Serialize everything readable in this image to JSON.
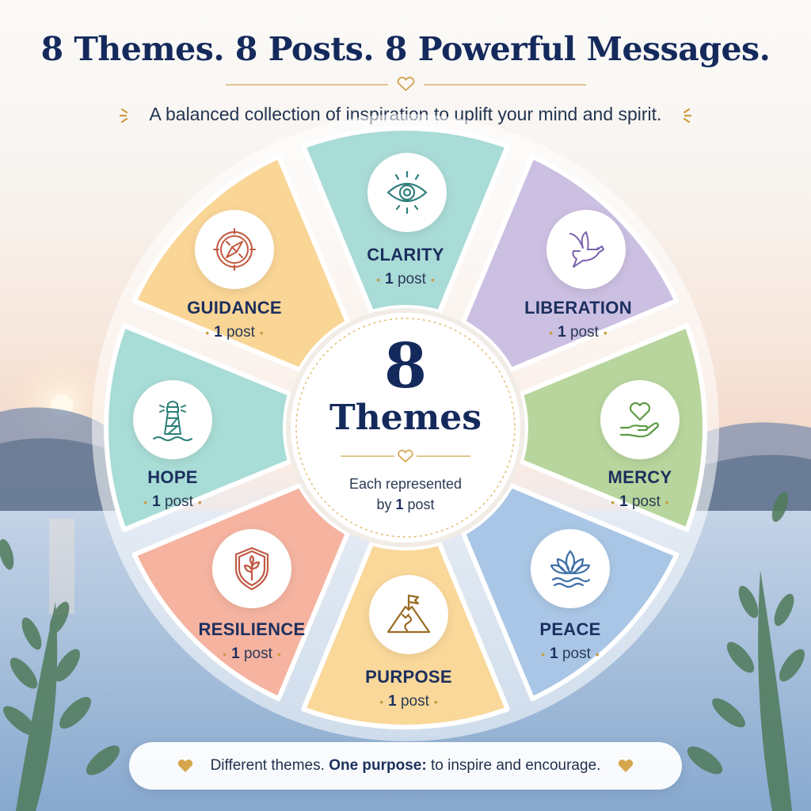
{
  "title": "8 Themes. 8 Posts. 8 Powerful Messages.",
  "subtitle": "A balanced collection of inspiration to uplift your mind and spirit.",
  "center": {
    "number": "8",
    "word": "Themes",
    "desc_line1": "Each represented",
    "desc_line2_prefix": "by",
    "desc_count": "1",
    "desc_line2_suffix": "post"
  },
  "segments": [
    {
      "name": "CLARITY",
      "count": "1",
      "unit": "post",
      "color": "#a9dbd7",
      "icon": "eye-icon"
    },
    {
      "name": "LIBERATION",
      "count": "1",
      "unit": "post",
      "color": "#cbbfe2",
      "icon": "dove-icon"
    },
    {
      "name": "MERCY",
      "count": "1",
      "unit": "post",
      "color": "#b7d59c",
      "icon": "heart-hand-icon"
    },
    {
      "name": "PEACE",
      "count": "1",
      "unit": "post",
      "color": "#a9c6e6",
      "icon": "lotus-icon"
    },
    {
      "name": "PURPOSE",
      "count": "1",
      "unit": "post",
      "color": "#f9d89a",
      "icon": "mountain-flag-icon"
    },
    {
      "name": "RESILIENCE",
      "count": "1",
      "unit": "post",
      "color": "#f5b3a0",
      "icon": "shield-sprout-icon"
    },
    {
      "name": "HOPE",
      "count": "1",
      "unit": "post",
      "color": "#a8dcd6",
      "icon": "lighthouse-icon"
    },
    {
      "name": "GUIDANCE",
      "count": "1",
      "unit": "post",
      "color": "#f9d596",
      "icon": "compass-icon"
    }
  ],
  "footer": {
    "part1": "Different themes.",
    "bold": "One purpose:",
    "part2": "to inspire and encourage."
  },
  "colors": {
    "navy": "#152a5c",
    "gold": "#c99c45"
  }
}
